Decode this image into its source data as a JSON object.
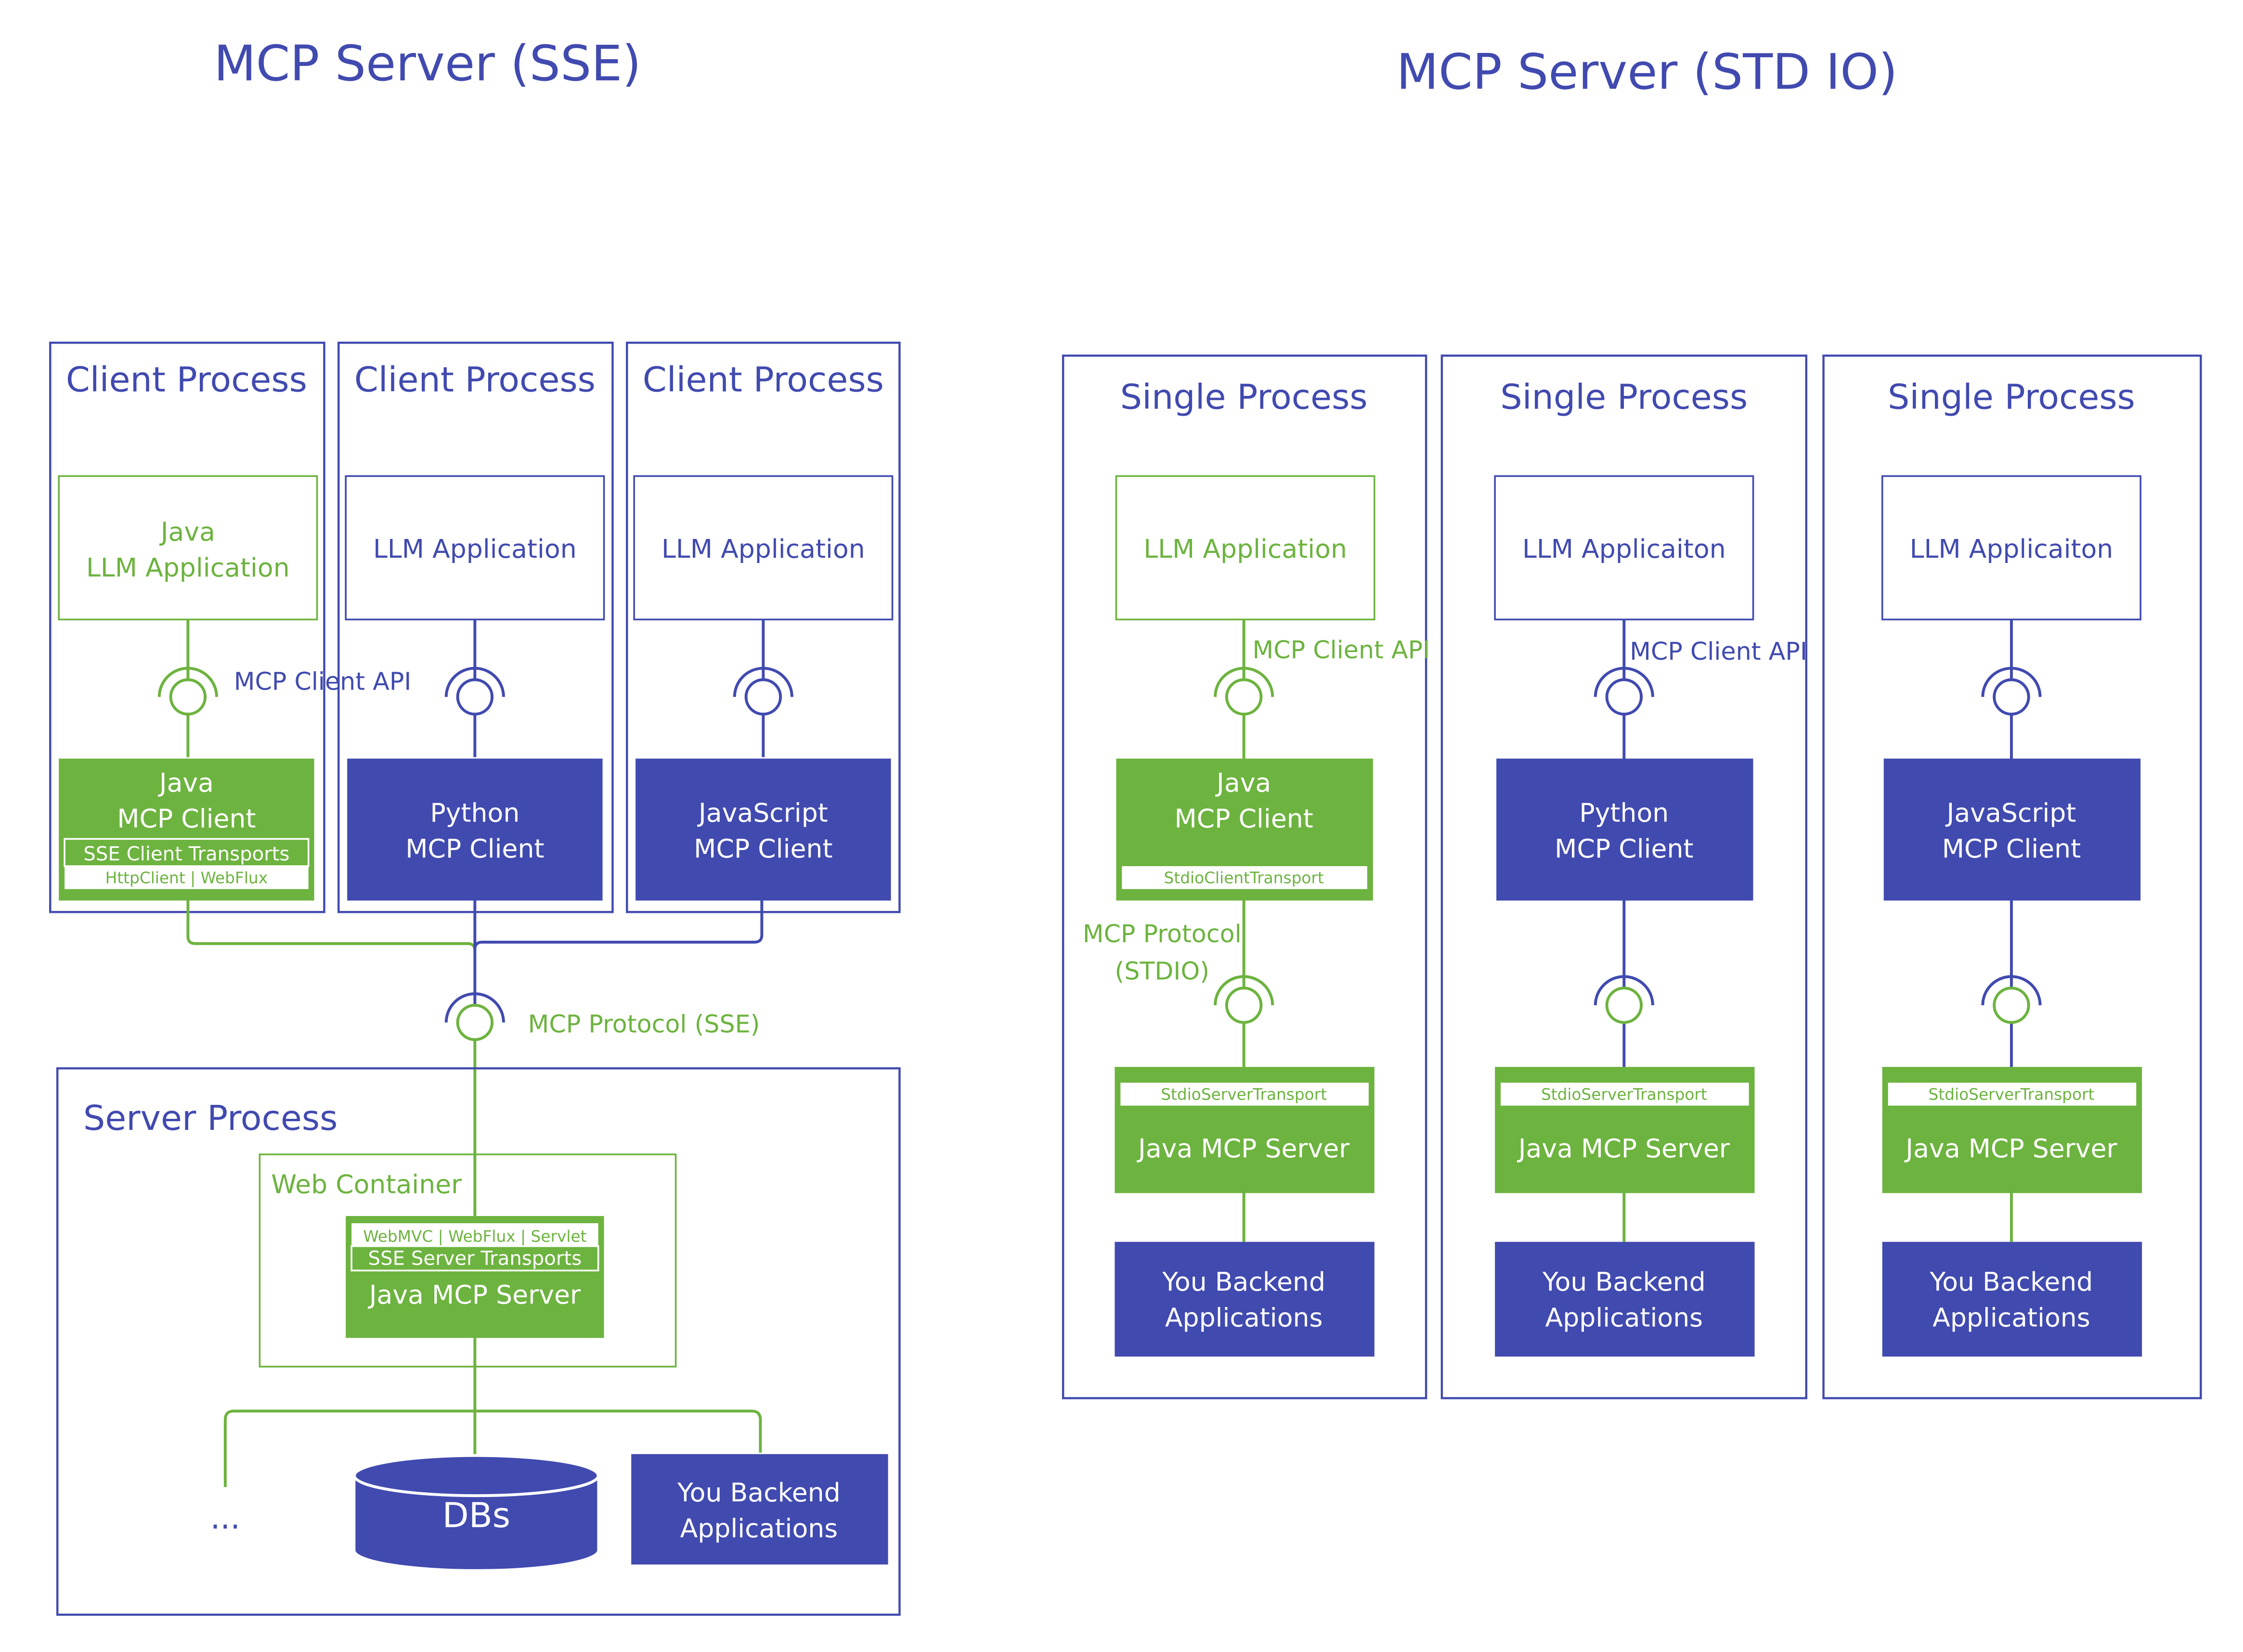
{
  "colors": {
    "blue": "#414aaf",
    "green": "#6db33f",
    "white": "#ffffff"
  },
  "sse": {
    "title": "MCP Server (SSE)",
    "client_process_label": "Client Process",
    "java_llm_app": [
      "Java",
      "LLM Application"
    ],
    "llm_app_label": "LLM Application",
    "client_api_label": "MCP Client API",
    "java_client": [
      "Java",
      "MCP Client"
    ],
    "sse_client_transports": "SSE Client Transports",
    "http_webflux": "HttpClient | WebFlux",
    "python_client": [
      "Python",
      "MCP Client"
    ],
    "js_client": [
      "JavaScript",
      "MCP Client"
    ],
    "protocol_label": "MCP Protocol (SSE)",
    "server_process_label": "Server Process",
    "web_container_label": "Web Container",
    "webmvc_label": "WebMVC | WebFlux | Servlet",
    "sse_server_transports": "SSE Server Transports",
    "java_server_label": "Java MCP Server",
    "ellipsis": "...",
    "dbs_label": "DBs",
    "backend": [
      "You Backend",
      "Applications"
    ]
  },
  "stdio": {
    "title": "MCP Server (STD IO)",
    "single_process_label": "Single Process",
    "llm_app_label": "LLM Application",
    "llm_app_typo_label": "LLM Applicaiton",
    "client_api_label": "MCP Client API",
    "java_client": [
      "Java",
      "MCP Client"
    ],
    "stdio_client_transport": "StdioClientTransport",
    "python_client": [
      "Python",
      "MCP Client"
    ],
    "js_client": [
      "JavaScript",
      "MCP Client"
    ],
    "protocol_label": [
      "MCP Protocol",
      "(STDIO)"
    ],
    "stdio_server_transport": "StdioServerTransport",
    "java_server_label": "Java MCP Server",
    "backend": [
      "You Backend",
      "Applications"
    ]
  }
}
